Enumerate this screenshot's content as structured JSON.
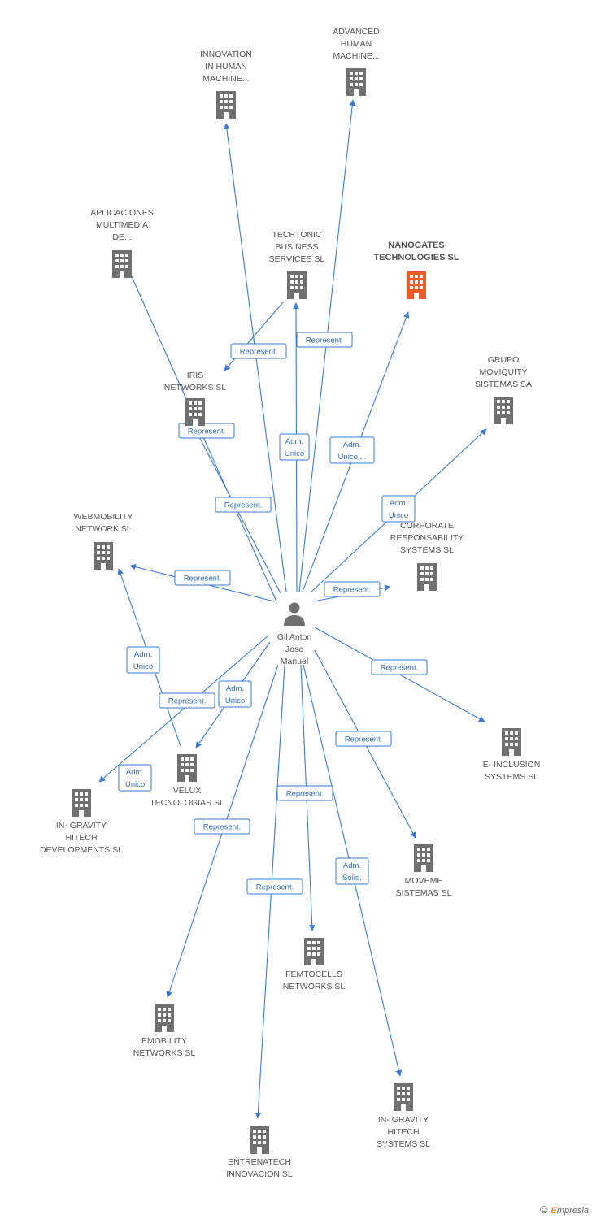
{
  "center": {
    "name": "Gil Anton Jose Manuel",
    "lines": [
      "Gil Anton",
      "Jose",
      "Manuel"
    ],
    "icon": "person-icon"
  },
  "colors": {
    "edge": "#3a7bd5",
    "building": "#707070",
    "highlight": "#f05a28"
  },
  "nodes": [
    {
      "id": "innovation",
      "lines": [
        "INNOVATION",
        "IN HUMAN",
        "MACHINE..."
      ]
    },
    {
      "id": "advanced",
      "lines": [
        "ADVANCED",
        "HUMAN",
        "MACHINE..."
      ]
    },
    {
      "id": "aplicaciones",
      "lines": [
        "APLICACIONES",
        "MULTIMEDIA",
        "DE..."
      ]
    },
    {
      "id": "techtonic",
      "lines": [
        "TECHTONIC",
        "BUSINESS",
        "SERVICES SL"
      ]
    },
    {
      "id": "nanogates",
      "lines": [
        "NANOGATES",
        "TECHNOLOGIES SL"
      ],
      "highlight": true
    },
    {
      "id": "iris",
      "lines": [
        "IRIS",
        "NETWORKS SL"
      ]
    },
    {
      "id": "grupo",
      "lines": [
        "GRUPO",
        "MOVIQUITY",
        "SISTEMAS SA"
      ]
    },
    {
      "id": "webmobility",
      "lines": [
        "WEBMOBILITY",
        "NETWORK SL"
      ]
    },
    {
      "id": "corporate",
      "lines": [
        "CORPORATE",
        "RESPONSABILITY",
        "SYSTEMS SL"
      ]
    },
    {
      "id": "einclusion",
      "lines": [
        "E- INCLUSION",
        "SYSTEMS SL"
      ]
    },
    {
      "id": "velux",
      "lines": [
        "VELUX",
        "TECNOLOGIAS SL"
      ]
    },
    {
      "id": "ingravity_dev",
      "lines": [
        "IN- GRAVITY",
        "HITECH",
        "DEVELOPMENTS SL"
      ]
    },
    {
      "id": "moveme",
      "lines": [
        "MOVEME",
        "SISTEMAS SL"
      ]
    },
    {
      "id": "femtocells",
      "lines": [
        "FEMTOCELLS",
        "NETWORKS SL"
      ]
    },
    {
      "id": "emobility",
      "lines": [
        "EMOBILITY",
        "NETWORKS SL"
      ]
    },
    {
      "id": "ingravity_sys",
      "lines": [
        "IN- GRAVITY",
        "HITECH",
        "SYSTEMS SL"
      ]
    },
    {
      "id": "entrenatech",
      "lines": [
        "ENTRENATECH",
        "INNOVACION SL"
      ]
    }
  ],
  "edges": [
    {
      "target": "innovation",
      "label": [
        "Represent."
      ]
    },
    {
      "target": "advanced",
      "label": [
        "Represent."
      ]
    },
    {
      "target": "aplicaciones",
      "label": [
        "Represent."
      ]
    },
    {
      "target": "techtonic",
      "label": [
        "Adm.",
        "Unico"
      ]
    },
    {
      "target": "nanogates",
      "label": [
        "Adm.",
        "Unico,..."
      ]
    },
    {
      "target": "iris",
      "label": [
        "Represent."
      ]
    },
    {
      "target": "iris",
      "label": [
        "Represent."
      ],
      "from": "techtonic",
      "extra": [
        "Adm.",
        "Unico"
      ]
    },
    {
      "target": "grupo",
      "label": [
        "Adm.",
        "Unico"
      ]
    },
    {
      "target": "webmobility",
      "label": [
        "Represent."
      ]
    },
    {
      "target": "corporate",
      "label": [
        "Represent."
      ]
    },
    {
      "target": "einclusion",
      "label": [
        "Represent."
      ]
    },
    {
      "target": "velux",
      "label": [
        "Adm.",
        "Unico"
      ]
    },
    {
      "target": "ingravity_dev",
      "label": [
        "Represent."
      ]
    },
    {
      "target": "moveme",
      "label": [
        "Represent."
      ]
    },
    {
      "target": "femtocells",
      "label": [
        "Represent."
      ]
    },
    {
      "target": "emobility",
      "label": [
        "Represent."
      ]
    },
    {
      "target": "ingravity_sys",
      "label": [
        "Adm.",
        "Solid."
      ]
    },
    {
      "target": "entrenatech",
      "label": [
        "Represent."
      ]
    },
    {
      "target": "webmobility",
      "label": [
        "Adm.",
        "Unico"
      ],
      "from": "velux"
    },
    {
      "target": "ingravity_dev",
      "label": [
        "Adm.",
        "Unico"
      ],
      "from": "velux",
      "badge_only": true
    }
  ],
  "footer": {
    "copyright": "©",
    "brand_first": "E",
    "brand_rest": "mpresia"
  }
}
